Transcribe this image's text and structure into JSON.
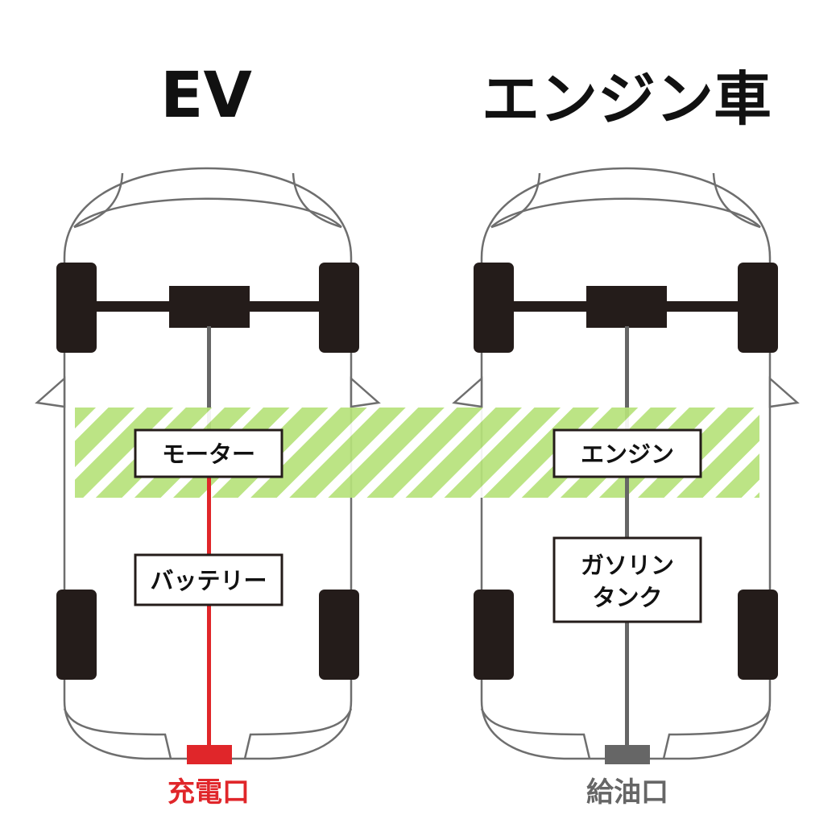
{
  "titles": {
    "ev": "EV",
    "engine": "エンジン車"
  },
  "ev_car": {
    "power_unit_label": "モーター",
    "battery_label": "バッテリー",
    "port_label": "充電口",
    "port_color": "#e0262a"
  },
  "engine_car": {
    "power_unit_label": "エンジン",
    "tank_label_line1": "ガソリン",
    "tank_label_line2": "タンク",
    "port_label": "給油口",
    "port_color": "#666666"
  },
  "colors": {
    "highlight_band": "#b6e27a",
    "wheel": "#241c1a",
    "axle": "#241c1a",
    "body_outline": "#6e6e6e",
    "gray_line": "#666666",
    "red_line": "#e0262a"
  }
}
